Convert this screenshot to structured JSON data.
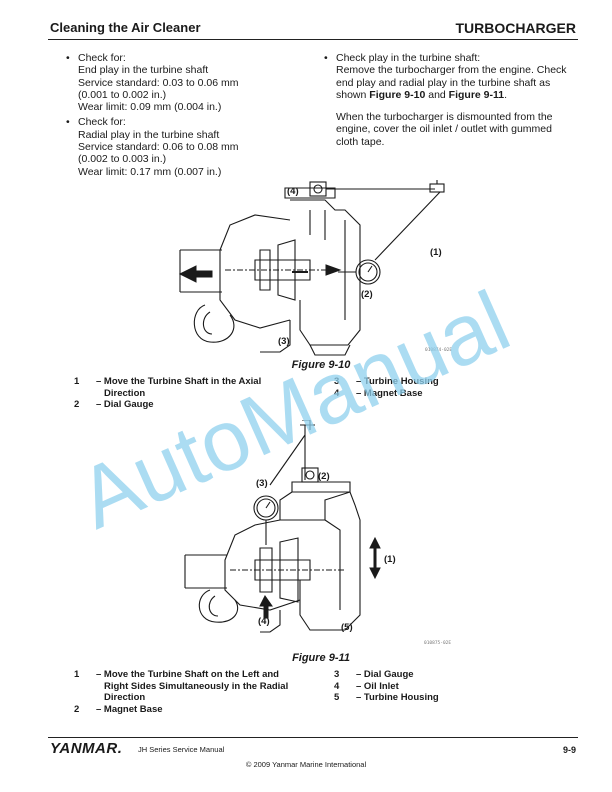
{
  "header": {
    "section_title": "Cleaning the Air Cleaner",
    "chapter_title": "TURBOCHARGER"
  },
  "left_column": {
    "bullets": [
      {
        "lines": [
          "Check for:",
          "End play in the turbine shaft",
          "Service standard: 0.03 to 0.06 mm",
          "(0.001 to 0.002 in.)",
          "Wear limit: 0.09 mm (0.004 in.)"
        ]
      },
      {
        "lines": [
          "Check for:",
          "Radial play in the turbine shaft",
          "Service standard: 0.06 to 0.08 mm",
          "(0.002 to 0.003 in.)",
          "Wear limit: 0.17 mm (0.007 in.)"
        ]
      }
    ]
  },
  "right_column": {
    "bullet": {
      "line1": "Check play in the turbine shaft:",
      "line2": "Remove the turbocharger from the engine. Check",
      "line3": "end play and radial play in the turbine shaft as",
      "line4_prefix": "shown ",
      "ref1": "Figure 9-10",
      "line4_mid": " and ",
      "ref2": "Figure 9-11",
      "line4_suffix": "."
    },
    "note_lines": [
      "When the turbocharger is dismounted from the",
      "engine, cover the oil inlet / outlet with gummed",
      "cloth tape."
    ]
  },
  "figure1": {
    "caption": "Figure 9-10",
    "image_code": "010874-02E",
    "callouts": {
      "c1": "(1)",
      "c2": "(2)",
      "c3": "(3)",
      "c4": "(4)"
    },
    "legend_left": [
      {
        "num": "1",
        "lines": [
          "– Move the Turbine Shaft in the Axial",
          "Direction"
        ]
      },
      {
        "num": "2",
        "lines": [
          "– Dial Gauge"
        ]
      }
    ],
    "legend_right": [
      {
        "num": "3",
        "lines": [
          "– Turbine Housing"
        ]
      },
      {
        "num": "4",
        "lines": [
          "– Magnet Base"
        ]
      }
    ]
  },
  "figure2": {
    "caption": "Figure 9-11",
    "image_code": "010875-02E",
    "callouts": {
      "c1": "(1)",
      "c2": "(2)",
      "c3": "(3)",
      "c4": "(4)",
      "c5": "(5)"
    },
    "legend_left": [
      {
        "num": "1",
        "lines": [
          "– Move the Turbine Shaft on the Left and",
          "Right Sides Simultaneously in the Radial",
          "Direction"
        ]
      },
      {
        "num": "2",
        "lines": [
          "– Magnet Base"
        ]
      }
    ],
    "legend_right": [
      {
        "num": "3",
        "lines": [
          "– Dial Gauge"
        ]
      },
      {
        "num": "4",
        "lines": [
          "– Oil Inlet"
        ]
      },
      {
        "num": "5",
        "lines": [
          "– Turbine Housing"
        ]
      }
    ]
  },
  "watermark_text": "AutoManual",
  "footer": {
    "logo": "YANMAR.",
    "manual": "JH Series Service Manual",
    "page": "9-9",
    "copyright": "© 2009 Yanmar Marine International"
  },
  "colors": {
    "watermark": "#8fd0ee",
    "ink": "#1a1a1a"
  }
}
